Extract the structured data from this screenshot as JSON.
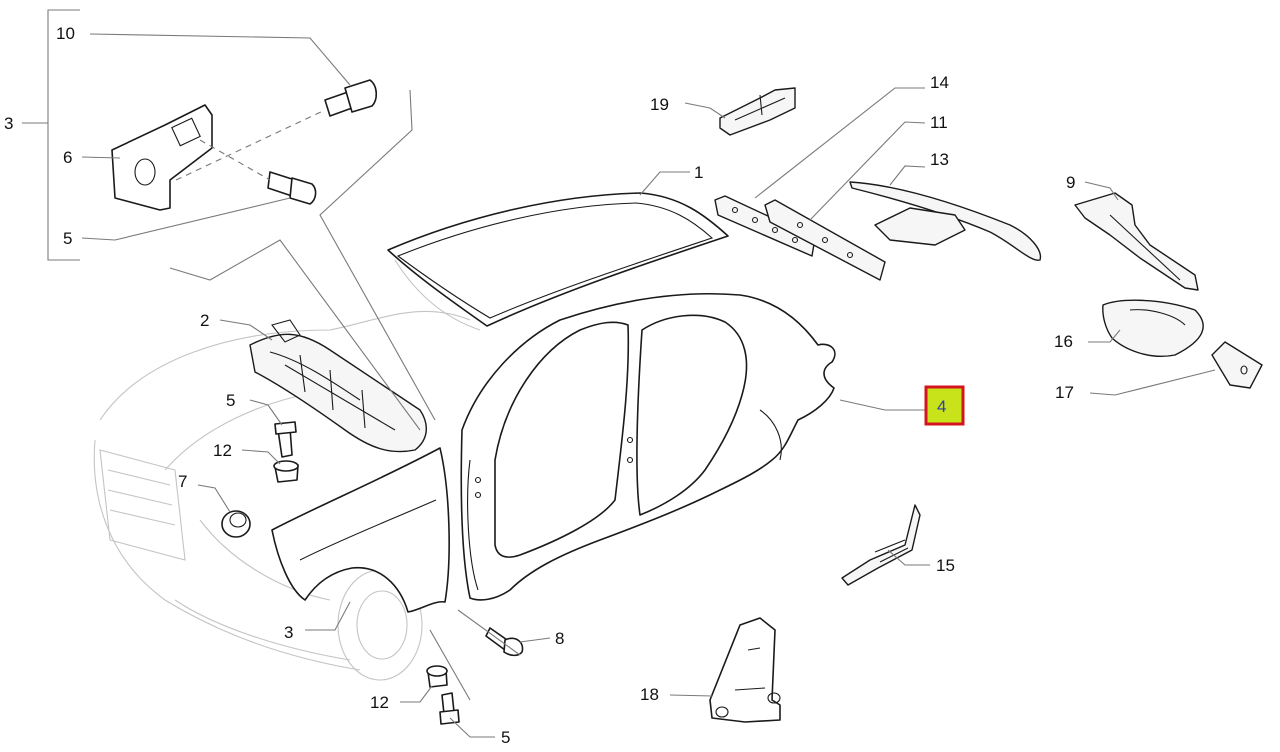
{
  "callouts": {
    "c1": "1",
    "c2": "2",
    "c3_top": "3",
    "c3_bottom": "3",
    "c4": "4",
    "c5_top": "5",
    "c5_mid": "5",
    "c5_bottom": "5",
    "c6": "6",
    "c7": "7",
    "c8": "8",
    "c9": "9",
    "c10": "10",
    "c11": "11",
    "c12_mid": "12",
    "c12_bottom": "12",
    "c13": "13",
    "c14": "14",
    "c15": "15",
    "c16": "16",
    "c17": "17",
    "c18": "18",
    "c19": "19"
  },
  "selected_callout": "4",
  "colors": {
    "highlight_fill": "#c9e31b",
    "highlight_border": "#d4141c"
  }
}
